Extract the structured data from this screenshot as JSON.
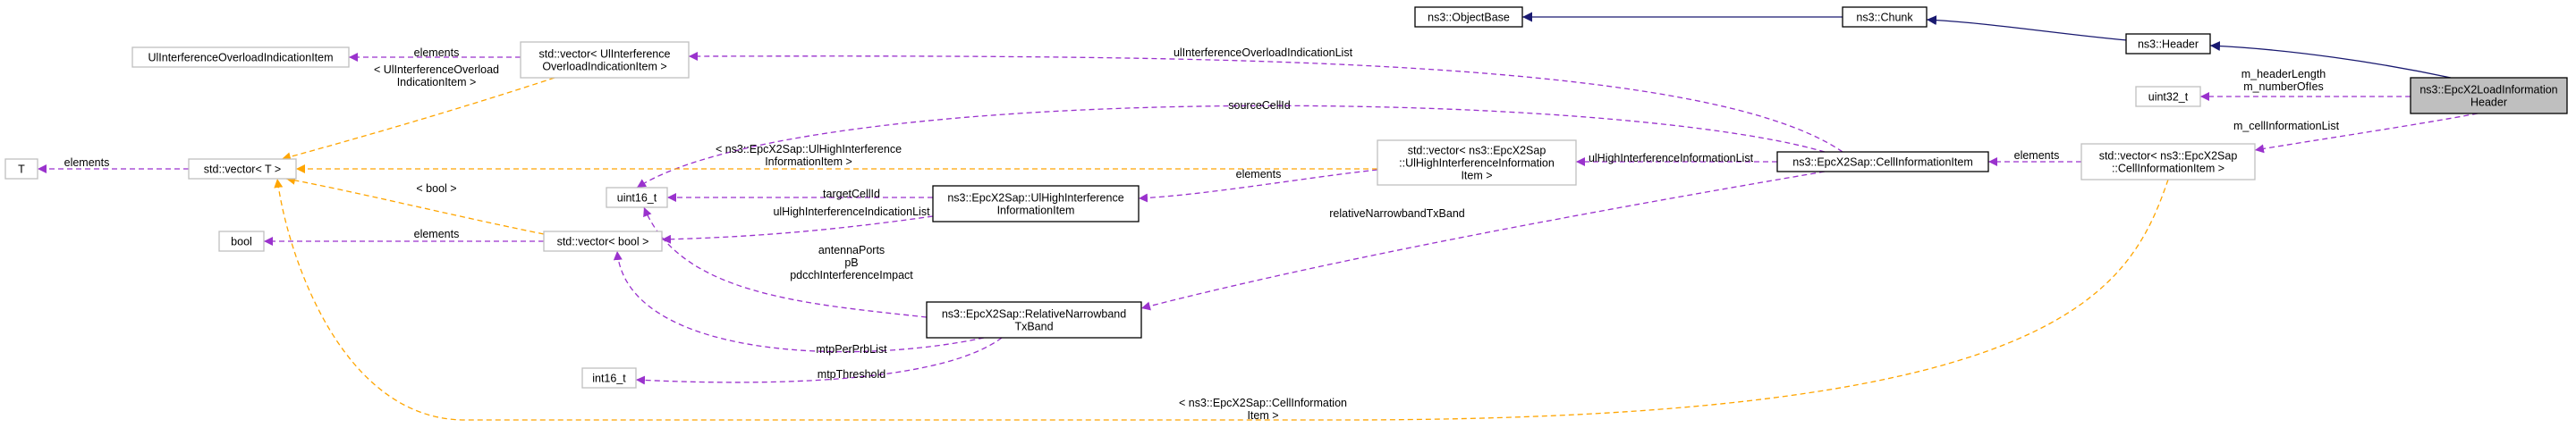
{
  "nodes": {
    "object_base": [
      "ns3::ObjectBase"
    ],
    "chunk": [
      "ns3::Chunk"
    ],
    "header": [
      "ns3::Header"
    ],
    "load_info_header": [
      "ns3::EpcX2LoadInformation",
      "Header"
    ],
    "uint32_t": [
      "uint32_t"
    ],
    "vector_cell_info": [
      "std::vector< ns3::EpcX2Sap",
      "::CellInformationItem >"
    ],
    "cell_info_item": [
      "ns3::EpcX2Sap::CellInformationItem"
    ],
    "vector_ul_high": [
      "std::vector< ns3::EpcX2Sap",
      "::UlHighInterferenceInformation",
      "Item >"
    ],
    "ul_high_item": [
      "ns3::EpcX2Sap::UlHighInterference",
      "InformationItem"
    ],
    "vector_overload": [
      "std::vector< UlInterference",
      "OverloadIndicationItem >"
    ],
    "overload_item": [
      "UlInterferenceOverloadIndicationItem"
    ],
    "vector_T": [
      "std::vector< T >"
    ],
    "T": [
      "T"
    ],
    "uint16_t": [
      "uint16_t"
    ],
    "bool": [
      "bool"
    ],
    "vector_bool": [
      "std::vector< bool >"
    ],
    "relative_narrowband": [
      "ns3::EpcX2Sap::RelativeNarrowband",
      "TxBand"
    ],
    "int16_t": [
      "int16_t"
    ]
  },
  "edge_labels": {
    "header_fields": [
      "m_headerLength",
      "m_numberOfIes"
    ],
    "cell_information_list": [
      "m_cellInformationList"
    ],
    "elements_cell_info": [
      "elements"
    ],
    "ul_high_list": [
      "ulHighInterferenceInformationList"
    ],
    "elements_ul_high": [
      "elements"
    ],
    "overload_list": [
      "ulInterferenceOverloadIndicationList"
    ],
    "source_cell": [
      "sourceCellId"
    ],
    "relative_band": [
      "relativeNarrowbandTxBand"
    ],
    "target_cell": [
      "targetCellId"
    ],
    "ul_high_indication": [
      "ulHighInterferenceIndicationList"
    ],
    "elements_overload": [
      "elements"
    ],
    "tmpl_overload": [
      "< UlInterferenceOverload",
      "IndicationItem >"
    ],
    "elements_T": [
      "elements"
    ],
    "tmpl_ul_high": [
      "< ns3::EpcX2Sap::UlHighInterference",
      "InformationItem >"
    ],
    "tmpl_bool": [
      "< bool >"
    ],
    "elements_bool": [
      "elements"
    ],
    "band_fields": [
      "antennaPorts",
      "pB",
      "pdcchInterferenceImpact"
    ],
    "mtp_per_prb": [
      "mtpPerPrbList"
    ],
    "mtp_threshold": [
      "mtpThreshold"
    ],
    "tmpl_cell_info": [
      "< ns3::EpcX2Sap::CellInformation",
      "Item >"
    ]
  },
  "colors": {
    "inheritance": "#191970",
    "usage": "#9a32cd",
    "template": "#ffa500",
    "focus_fill": "#bfbfbf",
    "grey_border": "#bfbfbf"
  }
}
